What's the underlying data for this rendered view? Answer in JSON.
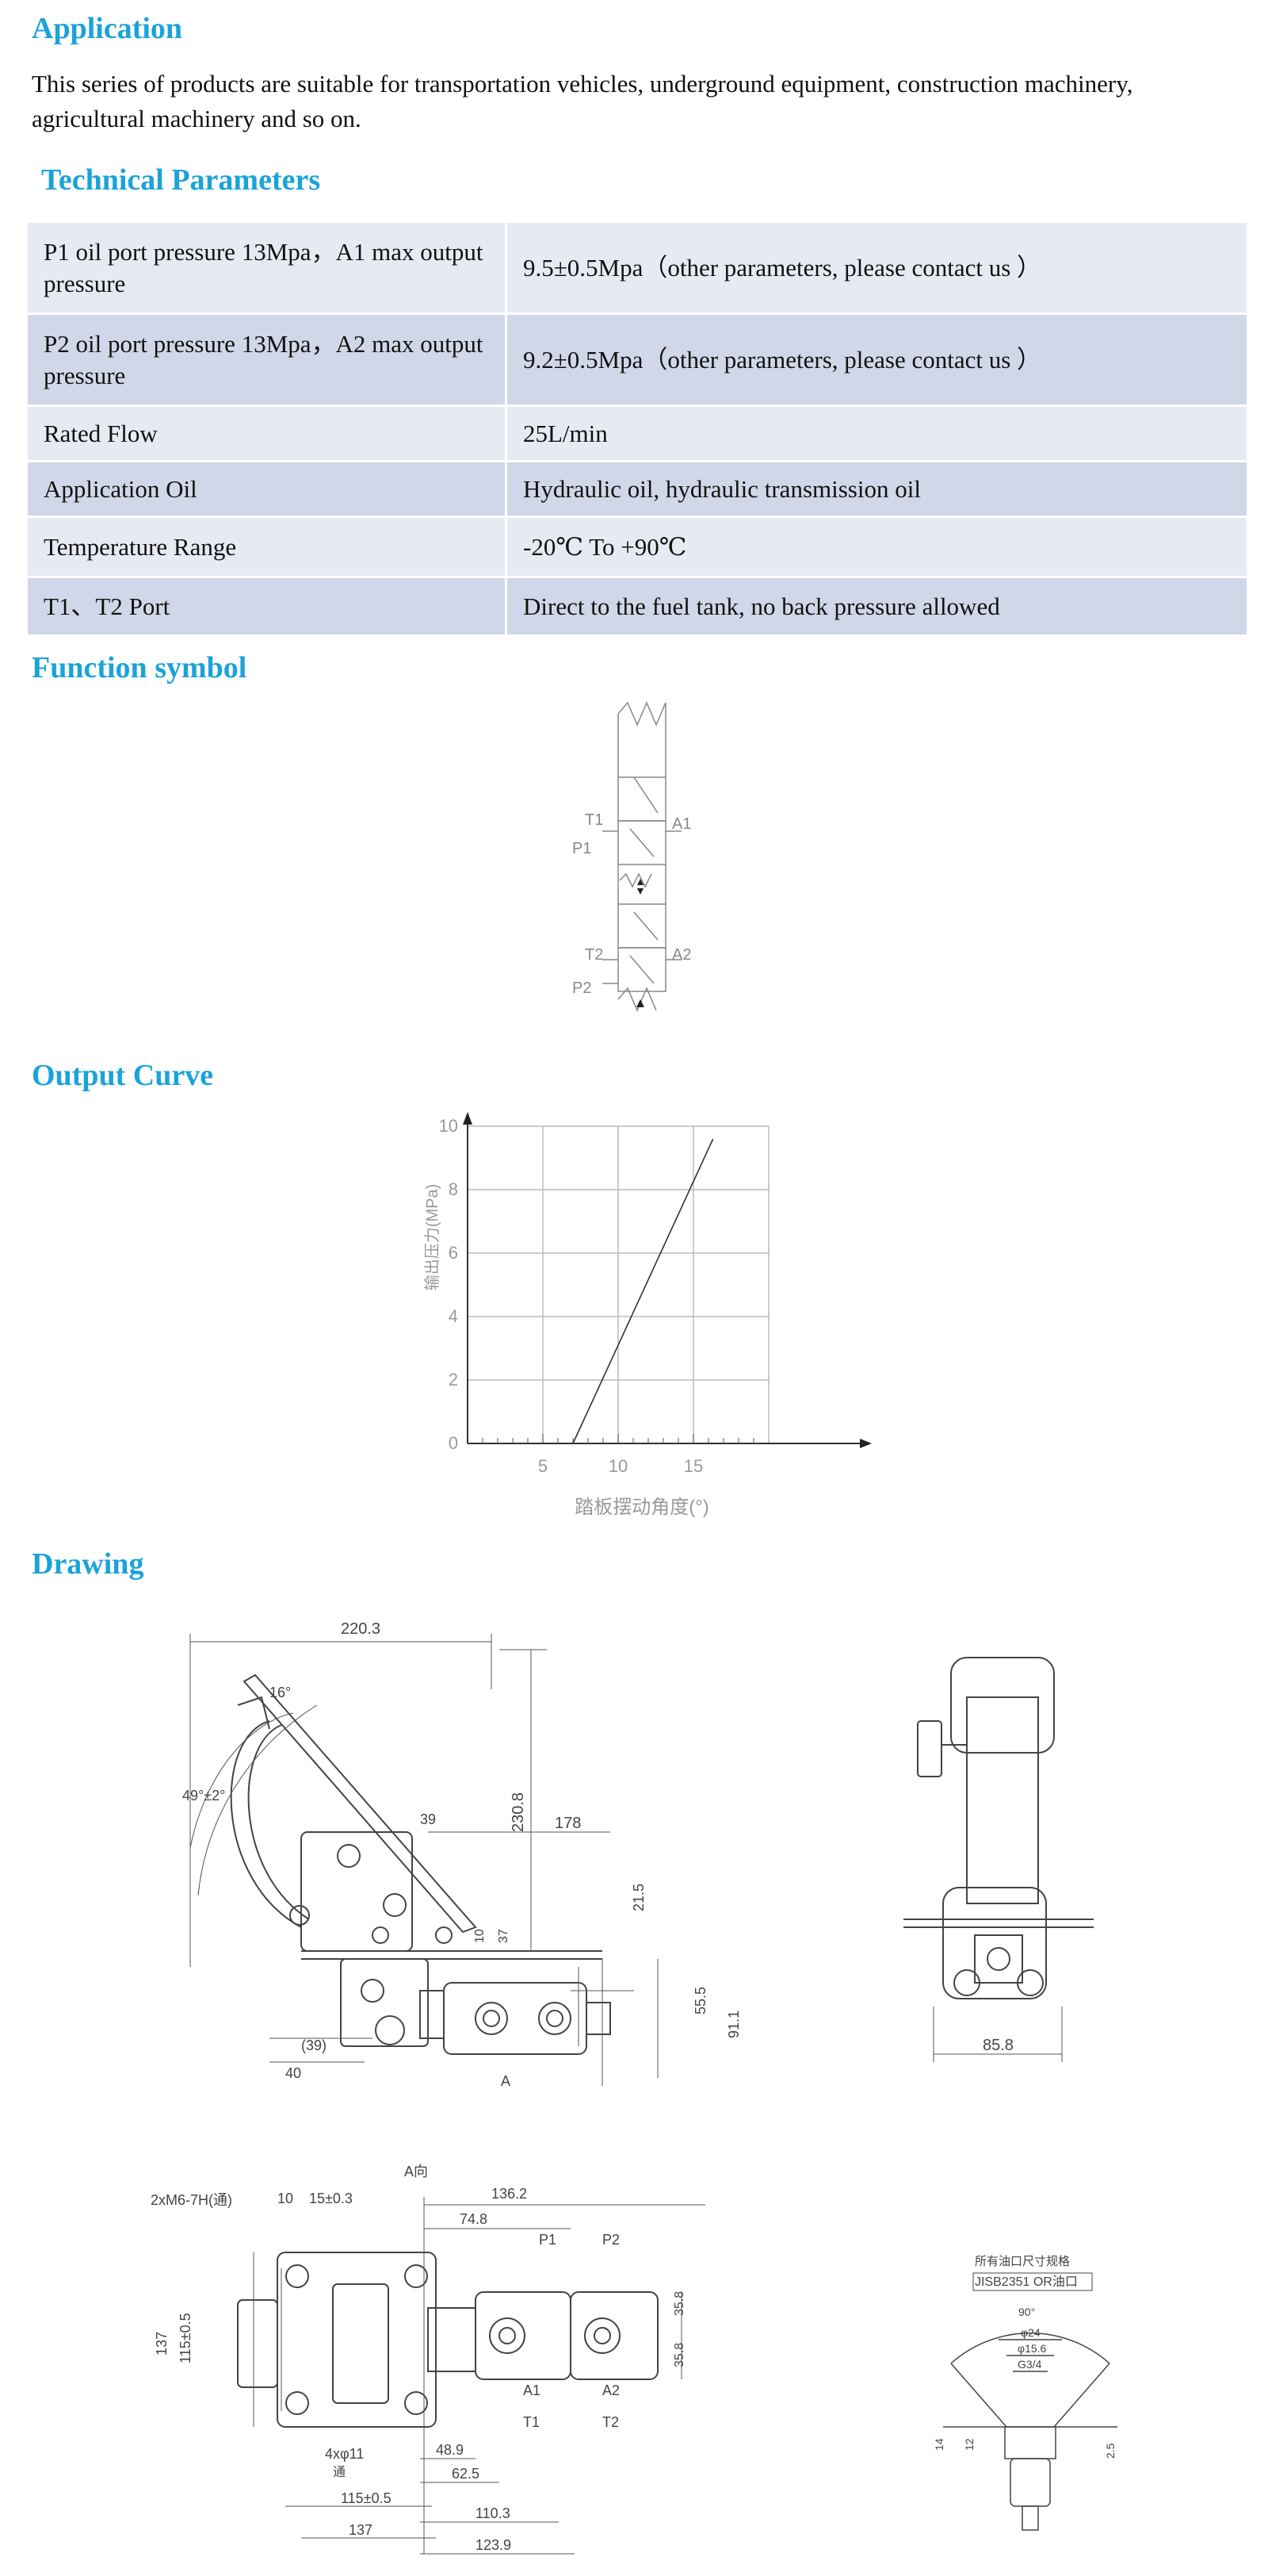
{
  "application": {
    "heading": "Application",
    "text": "This series of products are suitable for transportation vehicles, underground equipment, construction machinery, agricultural machinery and so on."
  },
  "technical_parameters": {
    "heading": "Technical Parameters",
    "rows": [
      {
        "param": "P1 oil port pressure 13Mpa，A1 max output pressure",
        "value": "9.5±0.5Mpa（other parameters, please contact us ）"
      },
      {
        "param": "P2 oil port pressure 13Mpa，A2 max output pressure",
        "value": "9.2±0.5Mpa（other parameters, please contact us ）"
      },
      {
        "param": "Rated Flow",
        "value": "25L/min"
      },
      {
        "param": "Application Oil",
        "value": "Hydraulic oil, hydraulic transmission oil"
      },
      {
        "param": "Temperature Range",
        "value": "-20℃  To +90℃"
      },
      {
        "param": "T1、T2  Port",
        "value": "Direct to the fuel tank, no back pressure allowed"
      }
    ]
  },
  "function_symbol": {
    "heading": "Function symbol",
    "labels": {
      "t1": "T1",
      "p1": "P1",
      "a1": "A1",
      "t2": "T2",
      "p2": "P2",
      "a2": "A2"
    }
  },
  "output_curve": {
    "heading": "Output Curve"
  },
  "chart_data": {
    "type": "line",
    "title": "",
    "xlabel": "踏板摆动角度(°)",
    "ylabel": "输出压力(MPa)",
    "xlim": [
      0,
      20
    ],
    "ylim": [
      0,
      10
    ],
    "xticks": [
      "5",
      "10",
      "15"
    ],
    "yticks": [
      "0",
      "2",
      "4",
      "6",
      "8",
      "10"
    ],
    "grid": true,
    "series": [
      {
        "x": [
          7,
          16.3
        ],
        "y": [
          0,
          9.6
        ]
      }
    ]
  },
  "drawing": {
    "heading": "Drawing",
    "side_view_dims": {
      "w": "220.3",
      "angle1": "16°",
      "angle2": "49°±2°",
      "h": "230.8",
      "d1": "178",
      "d2": "39",
      "d3": "21.5",
      "d4": "10",
      "d5": "37",
      "d6": "55.5",
      "d7": "91.1",
      "d8": "(39)",
      "d9": "40",
      "view": "A"
    },
    "front_view_dims": {
      "w": "85.8"
    },
    "bottom_view_dims": {
      "title": "A向",
      "thread": "2xM6-7H(通)",
      "d1": "10",
      "d2": "15±0.3",
      "d3": "136.2",
      "d4": "74.8",
      "p1": "P1",
      "p2": "P2",
      "d5": "137",
      "d6": "115±0.5",
      "d7": "35.8",
      "d8": "35.8",
      "a1": "A1",
      "a2": "A2",
      "t1": "T1",
      "t2": "T2",
      "hole": "4xφ11",
      "hole_note": "通",
      "d9": "48.9",
      "d10": "62.5",
      "d11": "115±0.5",
      "d12": "110.3",
      "d13": "137",
      "d14": "123.9"
    },
    "port_detail": {
      "title": "所有油口尺寸规格",
      "spec": "JISB2351 OR油口",
      "a1": "90°",
      "a2": "φ24",
      "a3": "φ15.6",
      "a4": "G3/4",
      "b1": "14",
      "b2": "12",
      "b3": "2.5"
    }
  }
}
